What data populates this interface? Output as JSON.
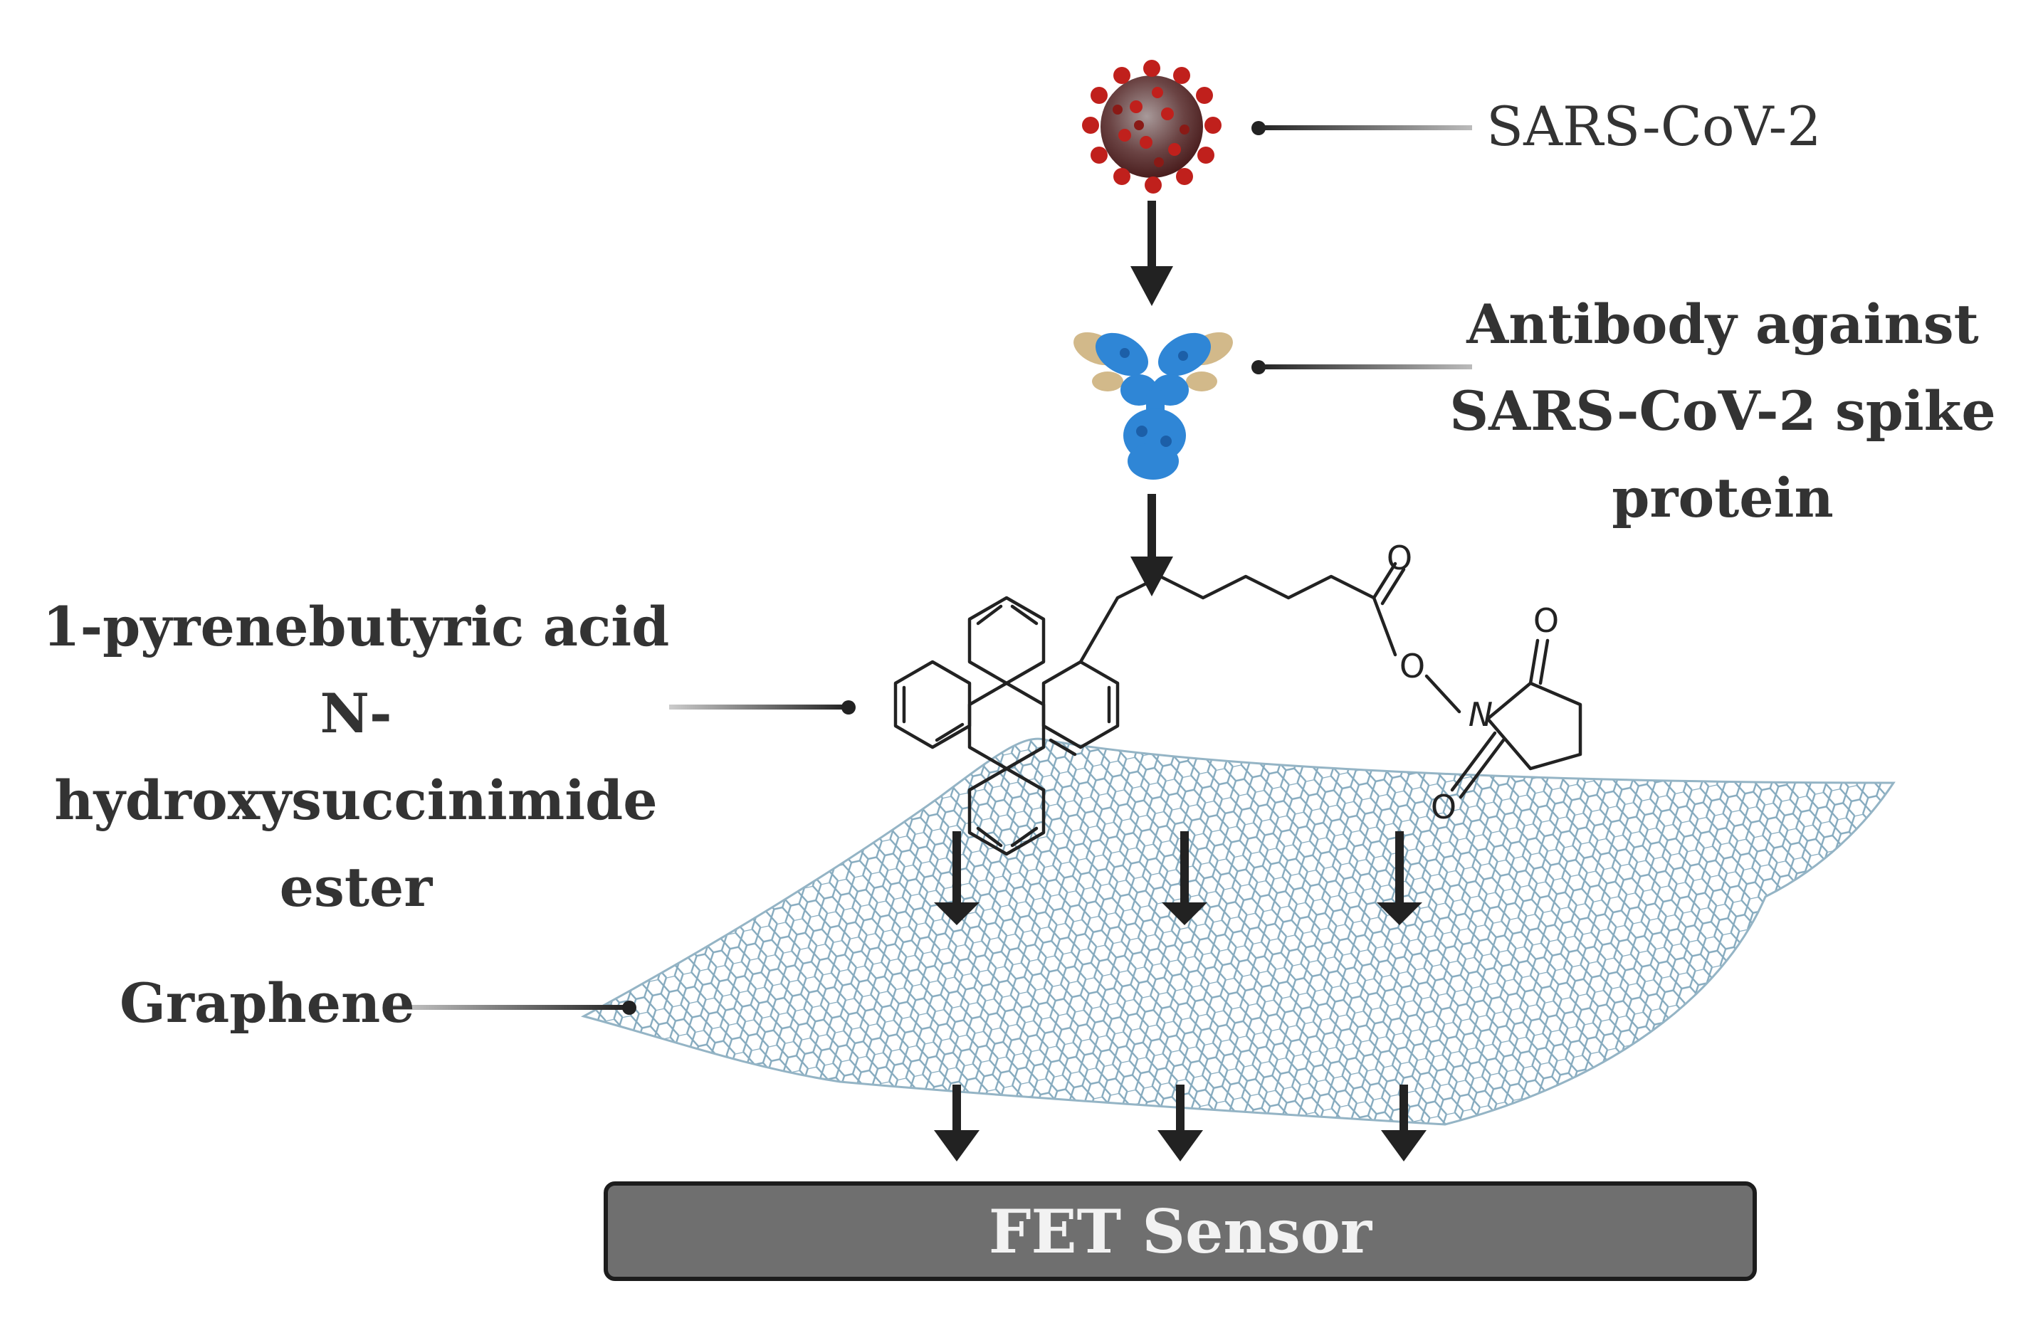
{
  "labels": {
    "virus": "SARS-CoV-2",
    "antibody": "Antibody against SARS-CoV-2 spike protein",
    "pyrene": "1-pyrenebutyric acid N-hydroxysuccinimide ester",
    "graphene": "Graphene",
    "sensor": "FET Sensor"
  },
  "chemistry_atoms": {
    "carbonyl_o": "O",
    "ester_o": "O",
    "imide_o_top": "O",
    "imide_o_bottom": "O",
    "imide_n": "N"
  },
  "icons": [
    "virus-icon",
    "antibody-icon",
    "pyrene-nhs-structure",
    "graphene-sheet"
  ],
  "colors": {
    "virus_body": "#6b2a2a",
    "virus_spike": "#c0201c",
    "antibody_heavy": "#2f86d6",
    "antibody_light": "#d2b98a",
    "graphene_line": "#7fa6bb",
    "sensor_fill": "#6f6f6f",
    "sensor_text": "#f2f2f2"
  }
}
